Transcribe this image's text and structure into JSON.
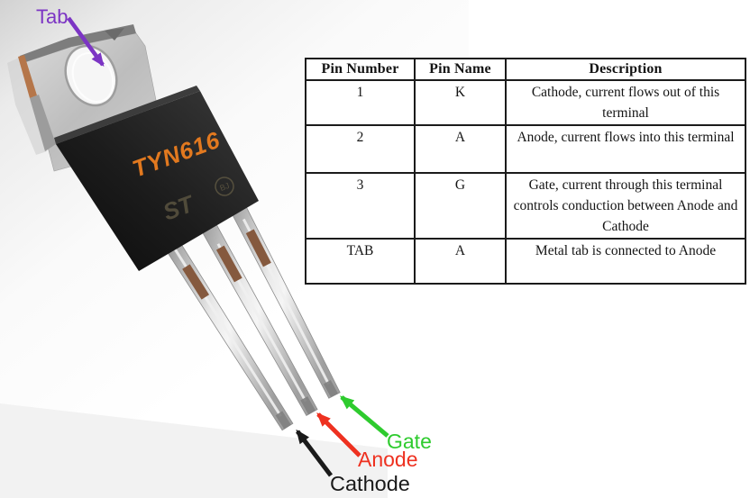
{
  "colors": {
    "purple": "#7c35c4",
    "green": "#2ecb2e",
    "red": "#ee3120",
    "black": "#1a1a1a",
    "orange": "#e2791f"
  },
  "photo": {
    "part_number": "TYN616",
    "logo_mark": "ST",
    "quality_mark": "BJ",
    "labels": {
      "tab": "Tab",
      "gate": "Gate",
      "anode": "Anode",
      "cathode": "Cathode"
    }
  },
  "table": {
    "headers": [
      "Pin Number",
      "Pin Name",
      "Description"
    ],
    "rows": [
      [
        "1",
        "K",
        "Cathode, current flows out of this terminal"
      ],
      [
        "2",
        "A",
        "Anode, current flows into this terminal"
      ],
      [
        "3",
        "G",
        "Gate, current through this terminal controls conduction between Anode and Cathode"
      ],
      [
        "TAB",
        "A",
        "Metal tab is connected to Anode"
      ]
    ]
  }
}
